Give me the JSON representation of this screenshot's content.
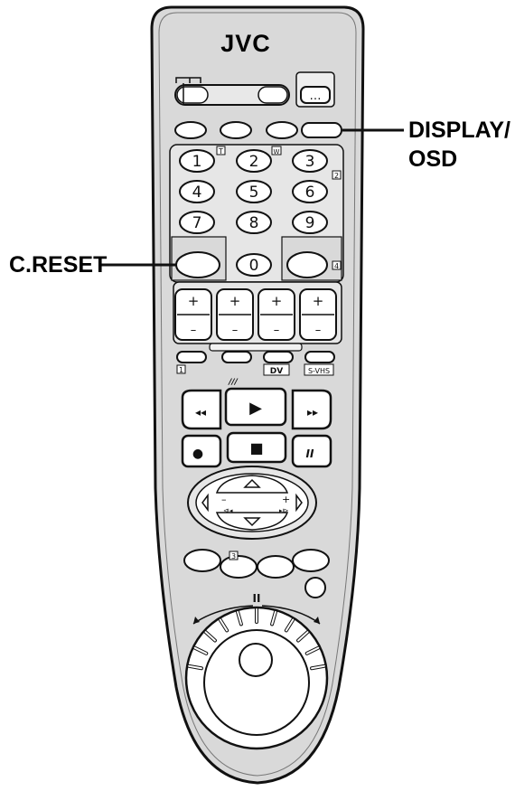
{
  "brand": "JVC",
  "callouts": {
    "display_osd": {
      "line1": "DISPLAY/",
      "line2": "OSD"
    },
    "c_reset": "C.RESET"
  },
  "numpad": [
    "1",
    "2",
    "3",
    "4",
    "5",
    "6",
    "7",
    "8",
    "9",
    "0"
  ],
  "badges": {
    "t": "T",
    "w": "W",
    "n1": "1",
    "n2": "2",
    "n3": "3",
    "n4": "4"
  },
  "labels": {
    "dv": "DV",
    "svhs": "S-VHS",
    "plus": "+",
    "minus": "–",
    "display_btn": "…",
    "play": "▶",
    "stop": "■",
    "pause": "II",
    "rewind": "◂◂",
    "ffwd": "▸▸",
    "record": "●",
    "slow": "///",
    "jog_top": "II",
    "prev": "⧏◂",
    "next": "▸⧐"
  }
}
